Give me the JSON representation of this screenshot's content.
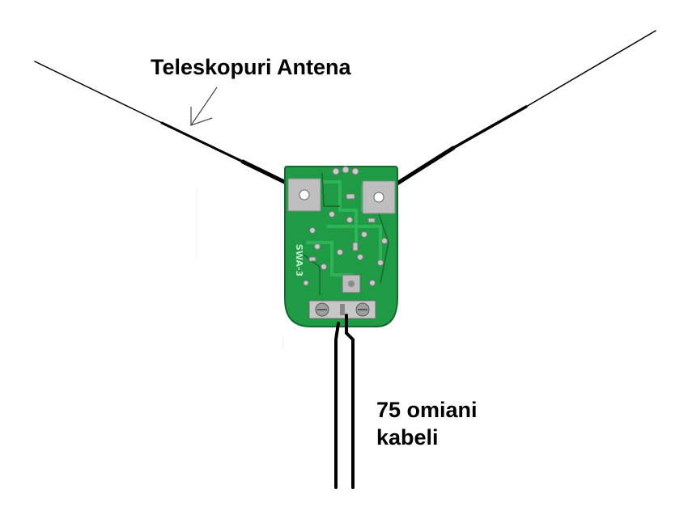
{
  "labels": {
    "antenna": "Teleskopuri Antena",
    "cable_line1": "75 omiani",
    "cable_line2": "kabeli"
  },
  "board": {
    "model_marking": "SWA-3"
  },
  "colors": {
    "pcb": "#1f9a45",
    "pcb_dark": "#136b2d",
    "pad": "#bfbfbf",
    "wire": "#000000",
    "background": "#ffffff"
  }
}
